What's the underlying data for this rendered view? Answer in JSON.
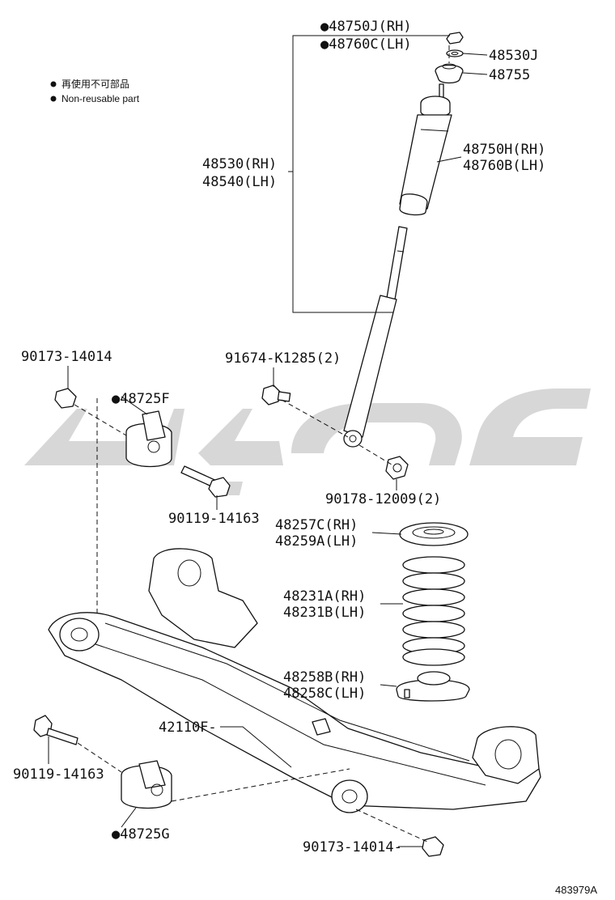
{
  "legend": {
    "symbol": "●",
    "line_ja": "再使用不可部品",
    "line_en": "Non-reusable part"
  },
  "labels": {
    "p48750J": "●48750J(RH)",
    "p48760C": "●48760C(LH)",
    "p48530J": "48530J",
    "p48755": "48755",
    "p48530": "48530(RH)",
    "p48540": "48540(LH)",
    "p48750H": "48750H(RH)",
    "p48760B": "48760B(LH)",
    "p90173a": "90173-14014",
    "p48725F": "●48725F",
    "p91674": "91674-K1285(2)",
    "p90119a": "90119-14163",
    "p90178": "90178-12009(2)",
    "p48257C": "48257C(RH)",
    "p48259A": "48259A(LH)",
    "p48231A": "48231A(RH)",
    "p48231B": "48231B(LH)",
    "p48258B": "48258B(RH)",
    "p48258C": "48258C(LH)",
    "p42110F": "42110F-",
    "p90119b": "90119-14163",
    "p48725G": "●48725G",
    "p90173b": "90173-14014-",
    "figure_id": "483979A"
  }
}
